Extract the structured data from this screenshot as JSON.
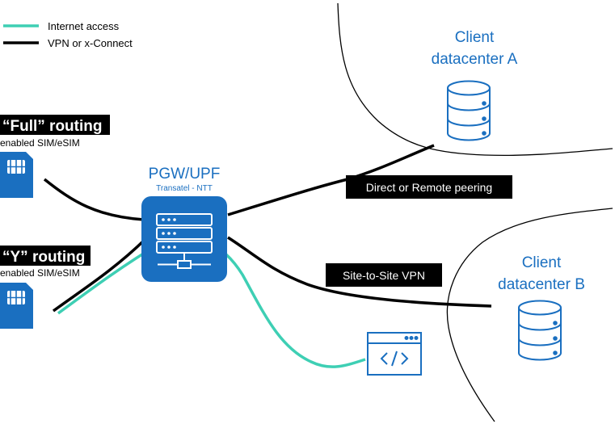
{
  "legend": {
    "internet_label": "Internet access",
    "vpn_label": "VPN or x-Connect",
    "internet_color": "#3ecfb4",
    "vpn_color": "#000000"
  },
  "client_a": {
    "line1": "Client",
    "line2": "datacenter A",
    "icon": "database-icon"
  },
  "client_b": {
    "line1": "Client",
    "line2": "datacenter B",
    "icon": "database-icon"
  },
  "routing_full": {
    "title": "“Full” routing",
    "subtitle": "enabled SIM/eSIM",
    "icon": "sim-card-icon"
  },
  "routing_y": {
    "title": "“Y” routing",
    "subtitle": "enabled SIM/eSIM",
    "icon": "sim-card-icon"
  },
  "pgw": {
    "title": "PGW/UPF",
    "subtitle": "Transatel - NTT",
    "icon": "server-rack-icon"
  },
  "links": {
    "peering": "Direct or Remote peering",
    "vpn": "Site-to-Site VPN"
  },
  "internet_app": {
    "icon": "code-window-icon"
  },
  "colors": {
    "accent": "#1a6fc0",
    "label_bg": "#000000",
    "label_fg": "#ffffff"
  }
}
